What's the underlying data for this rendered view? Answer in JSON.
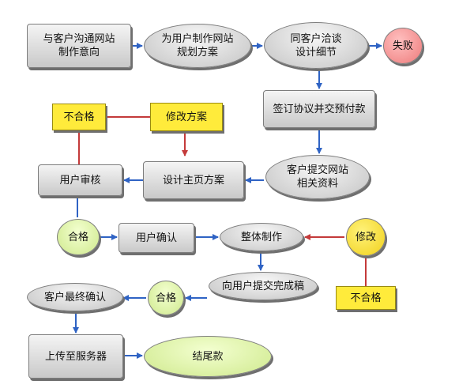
{
  "nodes": {
    "n1": "与客户沟通网站\n制作意向",
    "n2": "为用户制作网站\n规划方案",
    "n3": "同客户洽谈\n设计细节",
    "fail": "失败",
    "sign": "签订协议并交预付款",
    "submit_info": "客户提交网站\n相关资料",
    "design_home": "设计主页方案",
    "user_review": "用户审核",
    "fail_top": "不合格",
    "modify_plan": "修改方案",
    "pass1": "合格",
    "user_confirm": "用户确认",
    "whole_make": "整体制作",
    "modify": "修改",
    "fail_mid": "不合格",
    "submit_final": "向用户提交完成稿",
    "pass2": "合格",
    "customer_final": "客户最终确认",
    "upload": "上传至服务器",
    "final_pay": "结尾款"
  },
  "colors": {
    "flow_arrow": "#2f63c4",
    "reject_arrow": "#c43a3a",
    "gray_border": "#7d7d7d"
  }
}
